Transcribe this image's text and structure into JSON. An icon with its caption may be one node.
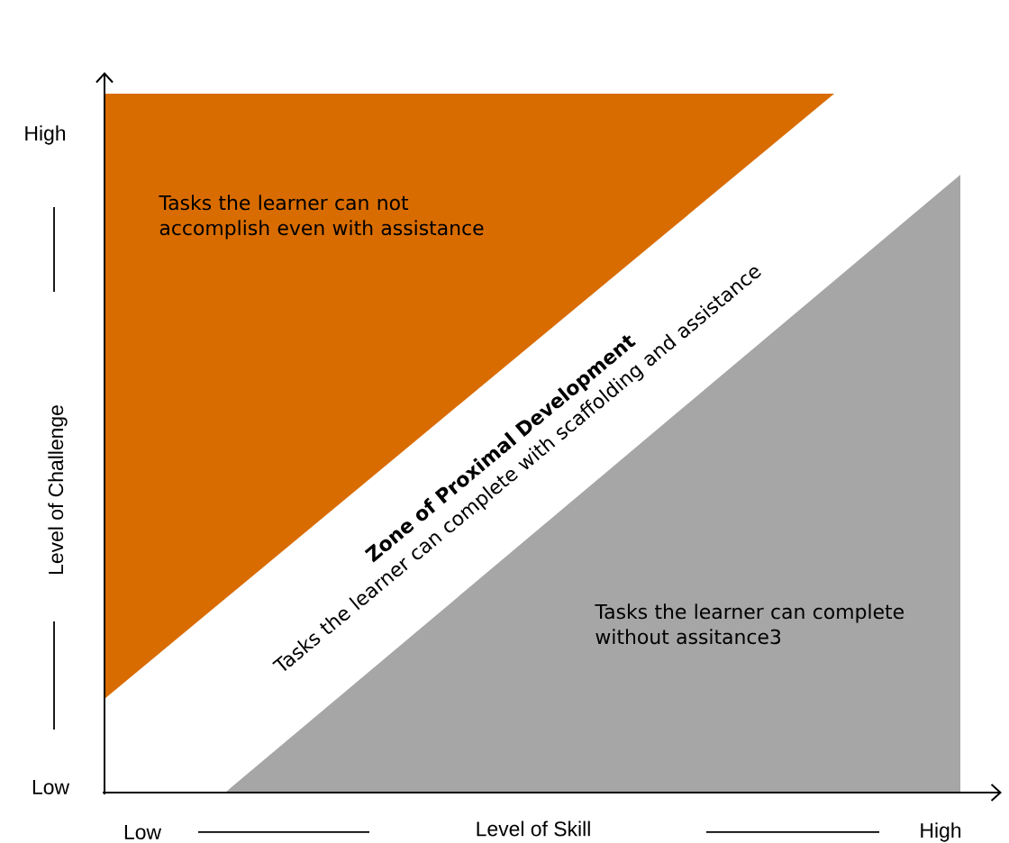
{
  "diagram": {
    "nodes": [
      {
        "text": [
          "Tasks the learner can not accomplish even with assistance"
        ]
      },
      {
        "text": [
          "Zone of Proximal Development",
          "Tasks the learner can complete with scaffolding and assistance"
        ]
      },
      {
        "text": [
          "Tasks the learner can complete without assitance3"
        ]
      }
    ],
    "labels": [
      "High",
      "Level of Challenge",
      "Low",
      "Low",
      "Level of Skill",
      "High"
    ]
  }
}
